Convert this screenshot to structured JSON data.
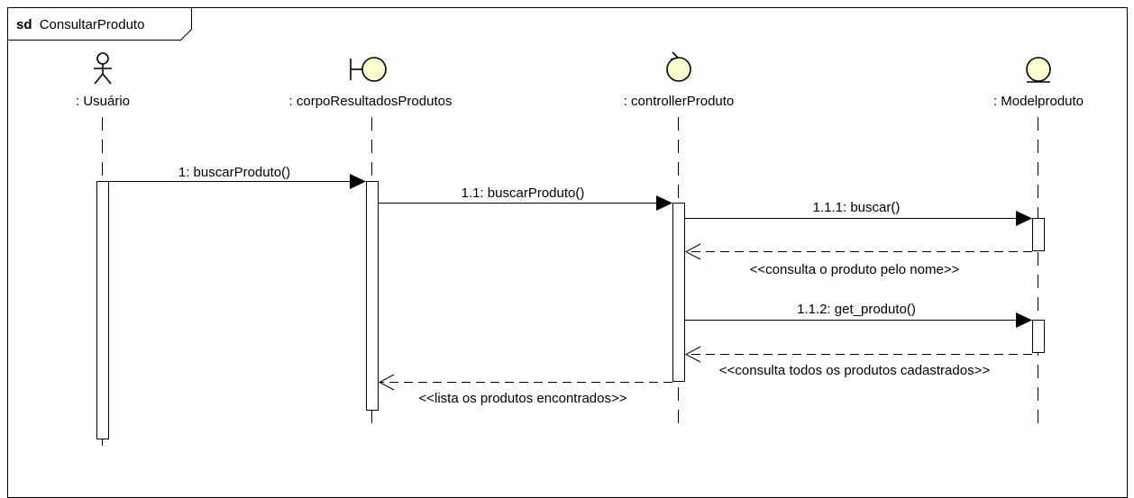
{
  "frame": {
    "keyword": "sd",
    "name": "ConsultarProduto"
  },
  "colors": {
    "stereotype_fill": "#FEFECE",
    "line": "#000000",
    "activation_fill": "#FFFFFF"
  },
  "participants": [
    {
      "id": "usuario",
      "type": "actor",
      "icon": "actor-icon",
      "label": ": Usuário"
    },
    {
      "id": "corpo",
      "type": "boundary",
      "icon": "boundary-icon",
      "label": ": corpoResultadosProdutos"
    },
    {
      "id": "controller",
      "type": "control",
      "icon": "control-icon",
      "label": ": controllerProduto"
    },
    {
      "id": "model",
      "type": "entity",
      "icon": "entity-icon",
      "label": ": Modelproduto"
    }
  ],
  "messages": [
    {
      "id": "m1",
      "kind": "sync",
      "from": "usuario",
      "to": "corpo",
      "label": "1: buscarProduto()"
    },
    {
      "id": "m2",
      "kind": "sync",
      "from": "corpo",
      "to": "controller",
      "label": "1.1: buscarProduto()"
    },
    {
      "id": "m3",
      "kind": "sync",
      "from": "controller",
      "to": "model",
      "label": "1.1.1: buscar()"
    },
    {
      "id": "m4",
      "kind": "reply",
      "from": "model",
      "to": "controller",
      "label": "<<consulta o produto pelo nome>>"
    },
    {
      "id": "m5",
      "kind": "sync",
      "from": "controller",
      "to": "model",
      "label": "1.1.2: get_produto()"
    },
    {
      "id": "m6",
      "kind": "reply",
      "from": "model",
      "to": "controller",
      "label": "<<consulta todos os produtos cadastrados>>"
    },
    {
      "id": "m7",
      "kind": "reply",
      "from": "controller",
      "to": "corpo",
      "label": "<<lista os produtos encontrados>>"
    }
  ]
}
